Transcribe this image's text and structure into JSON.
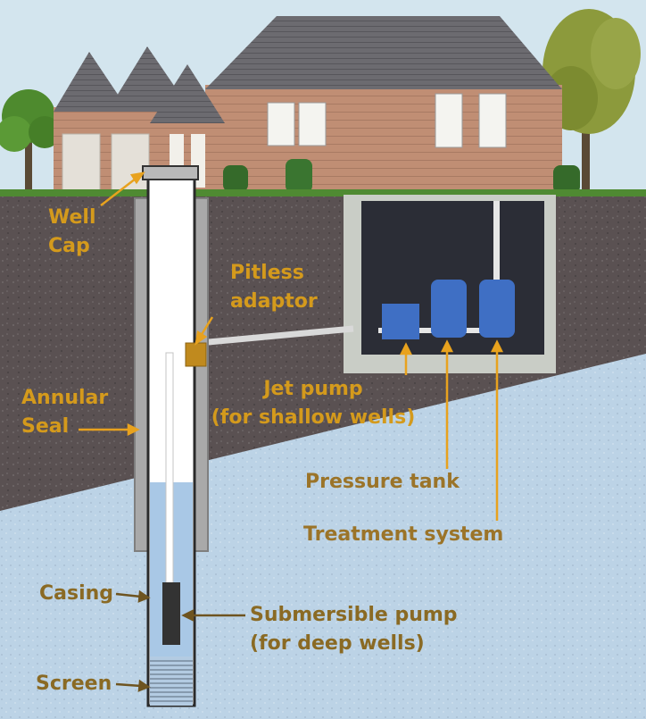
{
  "labels": {
    "well_cap": [
      "Well",
      "Cap"
    ],
    "pitless_adaptor": [
      "Pitless",
      "adaptor"
    ],
    "annular_seal": [
      "Annular",
      "Seal"
    ],
    "jet_pump": [
      "Jet pump",
      "(for shallow wells)"
    ],
    "pressure_tank": "Pressure tank",
    "treatment_system": "Treatment system",
    "casing": "Casing",
    "submersible_pump": [
      "Submersible pump",
      "(for deep wells)"
    ],
    "screen": "Screen"
  },
  "colors": {
    "sky": "#cfe3ef",
    "soil": "#5a5152",
    "aquifer": "#bcd3e6",
    "house_siding": "#c08e74",
    "roof": "#6c6b70",
    "basement_wall": "#c9cdc6",
    "basement_interior": "#2b2d36",
    "tank_blue": "#3f6fc4",
    "adaptor": "#c08a1e",
    "water": "#a9c8e6",
    "label_orange": "#d49a1c",
    "label_brown": "#8a6a24"
  }
}
